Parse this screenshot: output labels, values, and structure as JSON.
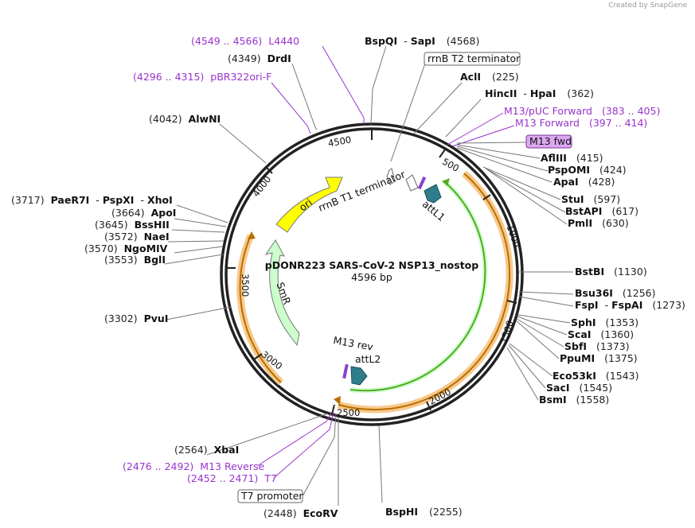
{
  "credit": "Created by SnapGene",
  "plasmid": {
    "name": "pDONR223 SARS-CoV-2 NSP13_nostop",
    "length_label": "4596 bp"
  },
  "ticks": [
    "500",
    "1000",
    "1500",
    "2000",
    "2500",
    "3000",
    "3500",
    "4000",
    "4500"
  ],
  "features": {
    "ori": "ori",
    "smr": "SmR",
    "rrnb_t1": "rrnB T1 terminator",
    "attl1": "attL1",
    "attl2": "attL2",
    "m13rev": "M13 rev"
  },
  "labels": [
    {
      "name": "L4440",
      "pos": "(4549 .. 4566)",
      "kind": "primer"
    },
    {
      "name": "DrdI",
      "pos": "(4349)",
      "kind": "enzyme"
    },
    {
      "name": "pBR322ori-F",
      "pos": "(4296 .. 4315)",
      "kind": "primer"
    },
    {
      "name": "AlwNI",
      "pos": "(4042)",
      "kind": "enzyme"
    },
    {
      "name": "PaeR7I",
      "sep1": "-",
      "name2": "PspXI",
      "sep2": "-",
      "name3": "XhoI",
      "pos": "(3717)",
      "kind": "enzyme"
    },
    {
      "name": "ApoI",
      "pos": "(3664)",
      "kind": "enzyme"
    },
    {
      "name": "BssHII",
      "pos": "(3645)",
      "kind": "enzyme"
    },
    {
      "name": "NaeI",
      "pos": "(3572)",
      "kind": "enzyme"
    },
    {
      "name": "NgoMIV",
      "pos": "(3570)",
      "kind": "enzyme"
    },
    {
      "name": "BglI",
      "pos": "(3553)",
      "kind": "enzyme"
    },
    {
      "name": "PvuI",
      "pos": "(3302)",
      "kind": "enzyme"
    },
    {
      "name": "XbaI",
      "pos": "(2564)",
      "kind": "enzyme"
    },
    {
      "name": "M13 Reverse",
      "pos": "(2476 .. 2492)",
      "kind": "primer"
    },
    {
      "name": "T7",
      "pos": "(2452 .. 2471)",
      "kind": "primer"
    },
    {
      "name": "T7 promoter",
      "kind": "feature"
    },
    {
      "name": "EcoRV",
      "pos": "(2448)",
      "kind": "enzyme"
    },
    {
      "name": "BspHI",
      "pos": "(2255)",
      "kind": "enzyme"
    },
    {
      "name": "BspQI",
      "sep1": "-",
      "name2": "SapI",
      "pos": "(4568)",
      "kind": "enzyme"
    },
    {
      "name": "rrnB T2 terminator",
      "kind": "feature"
    },
    {
      "name": "AclI",
      "pos": "(225)",
      "kind": "enzyme"
    },
    {
      "name": "HincII",
      "sep1": "-",
      "name2": "HpaI",
      "pos": "(362)",
      "kind": "enzyme"
    },
    {
      "name": "M13/pUC Forward",
      "pos": "(383 .. 405)",
      "kind": "primer"
    },
    {
      "name": "M13 Forward",
      "pos": "(397 .. 414)",
      "kind": "primer"
    },
    {
      "name": "M13 fwd",
      "kind": "primerbox"
    },
    {
      "name": "AflIII",
      "pos": "(415)",
      "kind": "enzyme"
    },
    {
      "name": "PspOMI",
      "pos": "(424)",
      "kind": "enzyme"
    },
    {
      "name": "ApaI",
      "pos": "(428)",
      "kind": "enzyme"
    },
    {
      "name": "StuI",
      "pos": "(597)",
      "kind": "enzyme"
    },
    {
      "name": "BstAPI",
      "pos": "(617)",
      "kind": "enzyme"
    },
    {
      "name": "PmlI",
      "pos": "(630)",
      "kind": "enzyme"
    },
    {
      "name": "BstBI",
      "pos": "(1130)",
      "kind": "enzyme"
    },
    {
      "name": "Bsu36I",
      "pos": "(1256)",
      "kind": "enzyme"
    },
    {
      "name": "FspI",
      "sep1": "-",
      "name2": "FspAI",
      "pos": "(1273)",
      "kind": "enzyme"
    },
    {
      "name": "SphI",
      "pos": "(1353)",
      "kind": "enzyme"
    },
    {
      "name": "ScaI",
      "pos": "(1360)",
      "kind": "enzyme"
    },
    {
      "name": "SbfI",
      "pos": "(1373)",
      "kind": "enzyme"
    },
    {
      "name": "PpuMI",
      "pos": "(1375)",
      "kind": "enzyme"
    },
    {
      "name": "Eco53kI",
      "pos": "(1543)",
      "kind": "enzyme"
    },
    {
      "name": "SacI",
      "pos": "(1545)",
      "kind": "enzyme"
    },
    {
      "name": "BsmI",
      "pos": "(1558)",
      "kind": "enzyme"
    }
  ],
  "colors": {
    "enzyme": "#111111",
    "primer": "#9933cc",
    "ori": "#ffff00",
    "smr": "#ccffcc",
    "att": "#2e7d8c",
    "orange": "#f7c98b",
    "green": "#55aa22"
  }
}
